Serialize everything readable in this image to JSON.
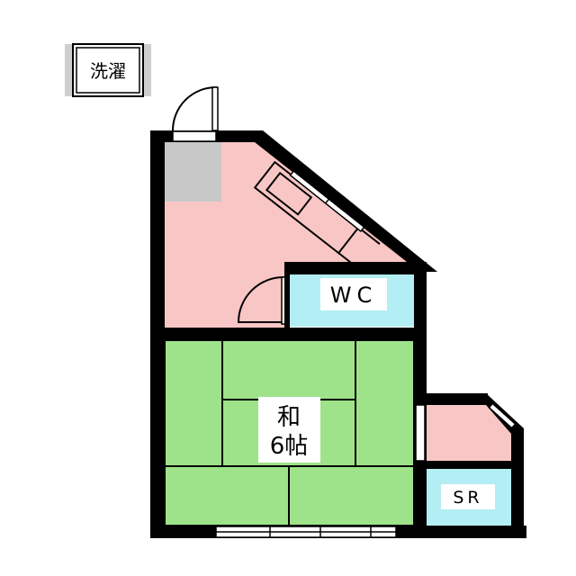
{
  "labels": {
    "washer": "洗濯",
    "wc": "WC",
    "washitsu_line1": "和",
    "washitsu_line2": "6帖",
    "storage": "SR"
  },
  "colors": {
    "wall": "#000000",
    "kitchen_floor": "#f9c6c6",
    "wc_floor": "#b3eef4",
    "tatami": "#9ee38a",
    "storage_floor": "#b3eef4",
    "entry_floor": "#f9c6c6",
    "genkan_tile": "#c8c8c8"
  }
}
